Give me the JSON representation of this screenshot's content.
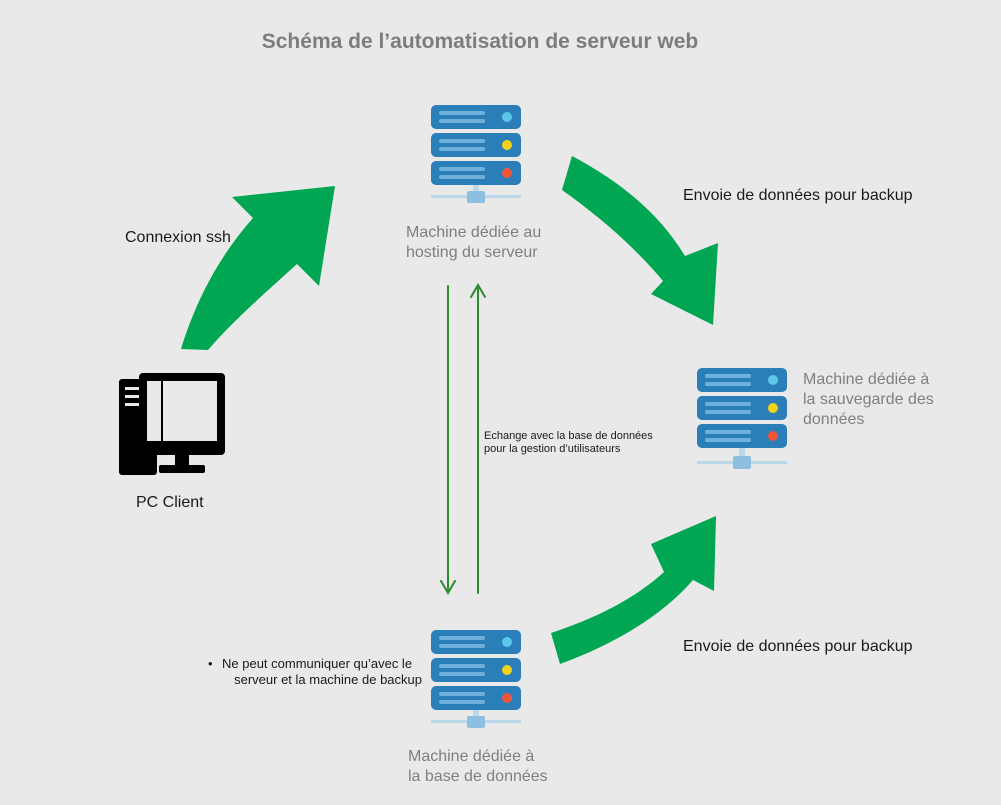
{
  "title": "Schéma de l’automatisation de serveur web",
  "nodes": {
    "hosting": {
      "label_line1": "Machine dédiée au",
      "label_line2": "hosting du serveur",
      "icon": "server-icon"
    },
    "backup": {
      "label_line1": "Machine dédiée à",
      "label_line2": "la sauvegarde des",
      "label_line3": "données",
      "icon": "server-icon"
    },
    "database": {
      "label_line1": "Machine dédiée à",
      "label_line2": "la base de données",
      "icon": "server-icon"
    },
    "client": {
      "label": "PC Client",
      "icon": "desktop-computer-icon"
    }
  },
  "edges": {
    "ssh": {
      "label": "Connexion ssh"
    },
    "backup_from_hosting": {
      "label": "Envoie de données pour backup"
    },
    "backup_from_database": {
      "label": "Envoie de données pour backup"
    },
    "db_exchange": {
      "label_line1": "Echange avec la base de données",
      "label_line2": "pour la gestion d’utilisateurs"
    }
  },
  "note": {
    "line1": "Ne peut communiquer qu’avec le",
    "line2": "serveur et la machine de backup"
  },
  "colors": {
    "background": "#e9e9e9",
    "arrow": "#00a651",
    "thin_arrow": "#2e8b2e",
    "server_body": "#2a7fb8",
    "server_stripe": "#6fb1dc",
    "led_top": "#5bc8ea",
    "led_middle": "#f4d21a",
    "led_bottom": "#f0553a",
    "label_gray": "#7f7f7f"
  }
}
